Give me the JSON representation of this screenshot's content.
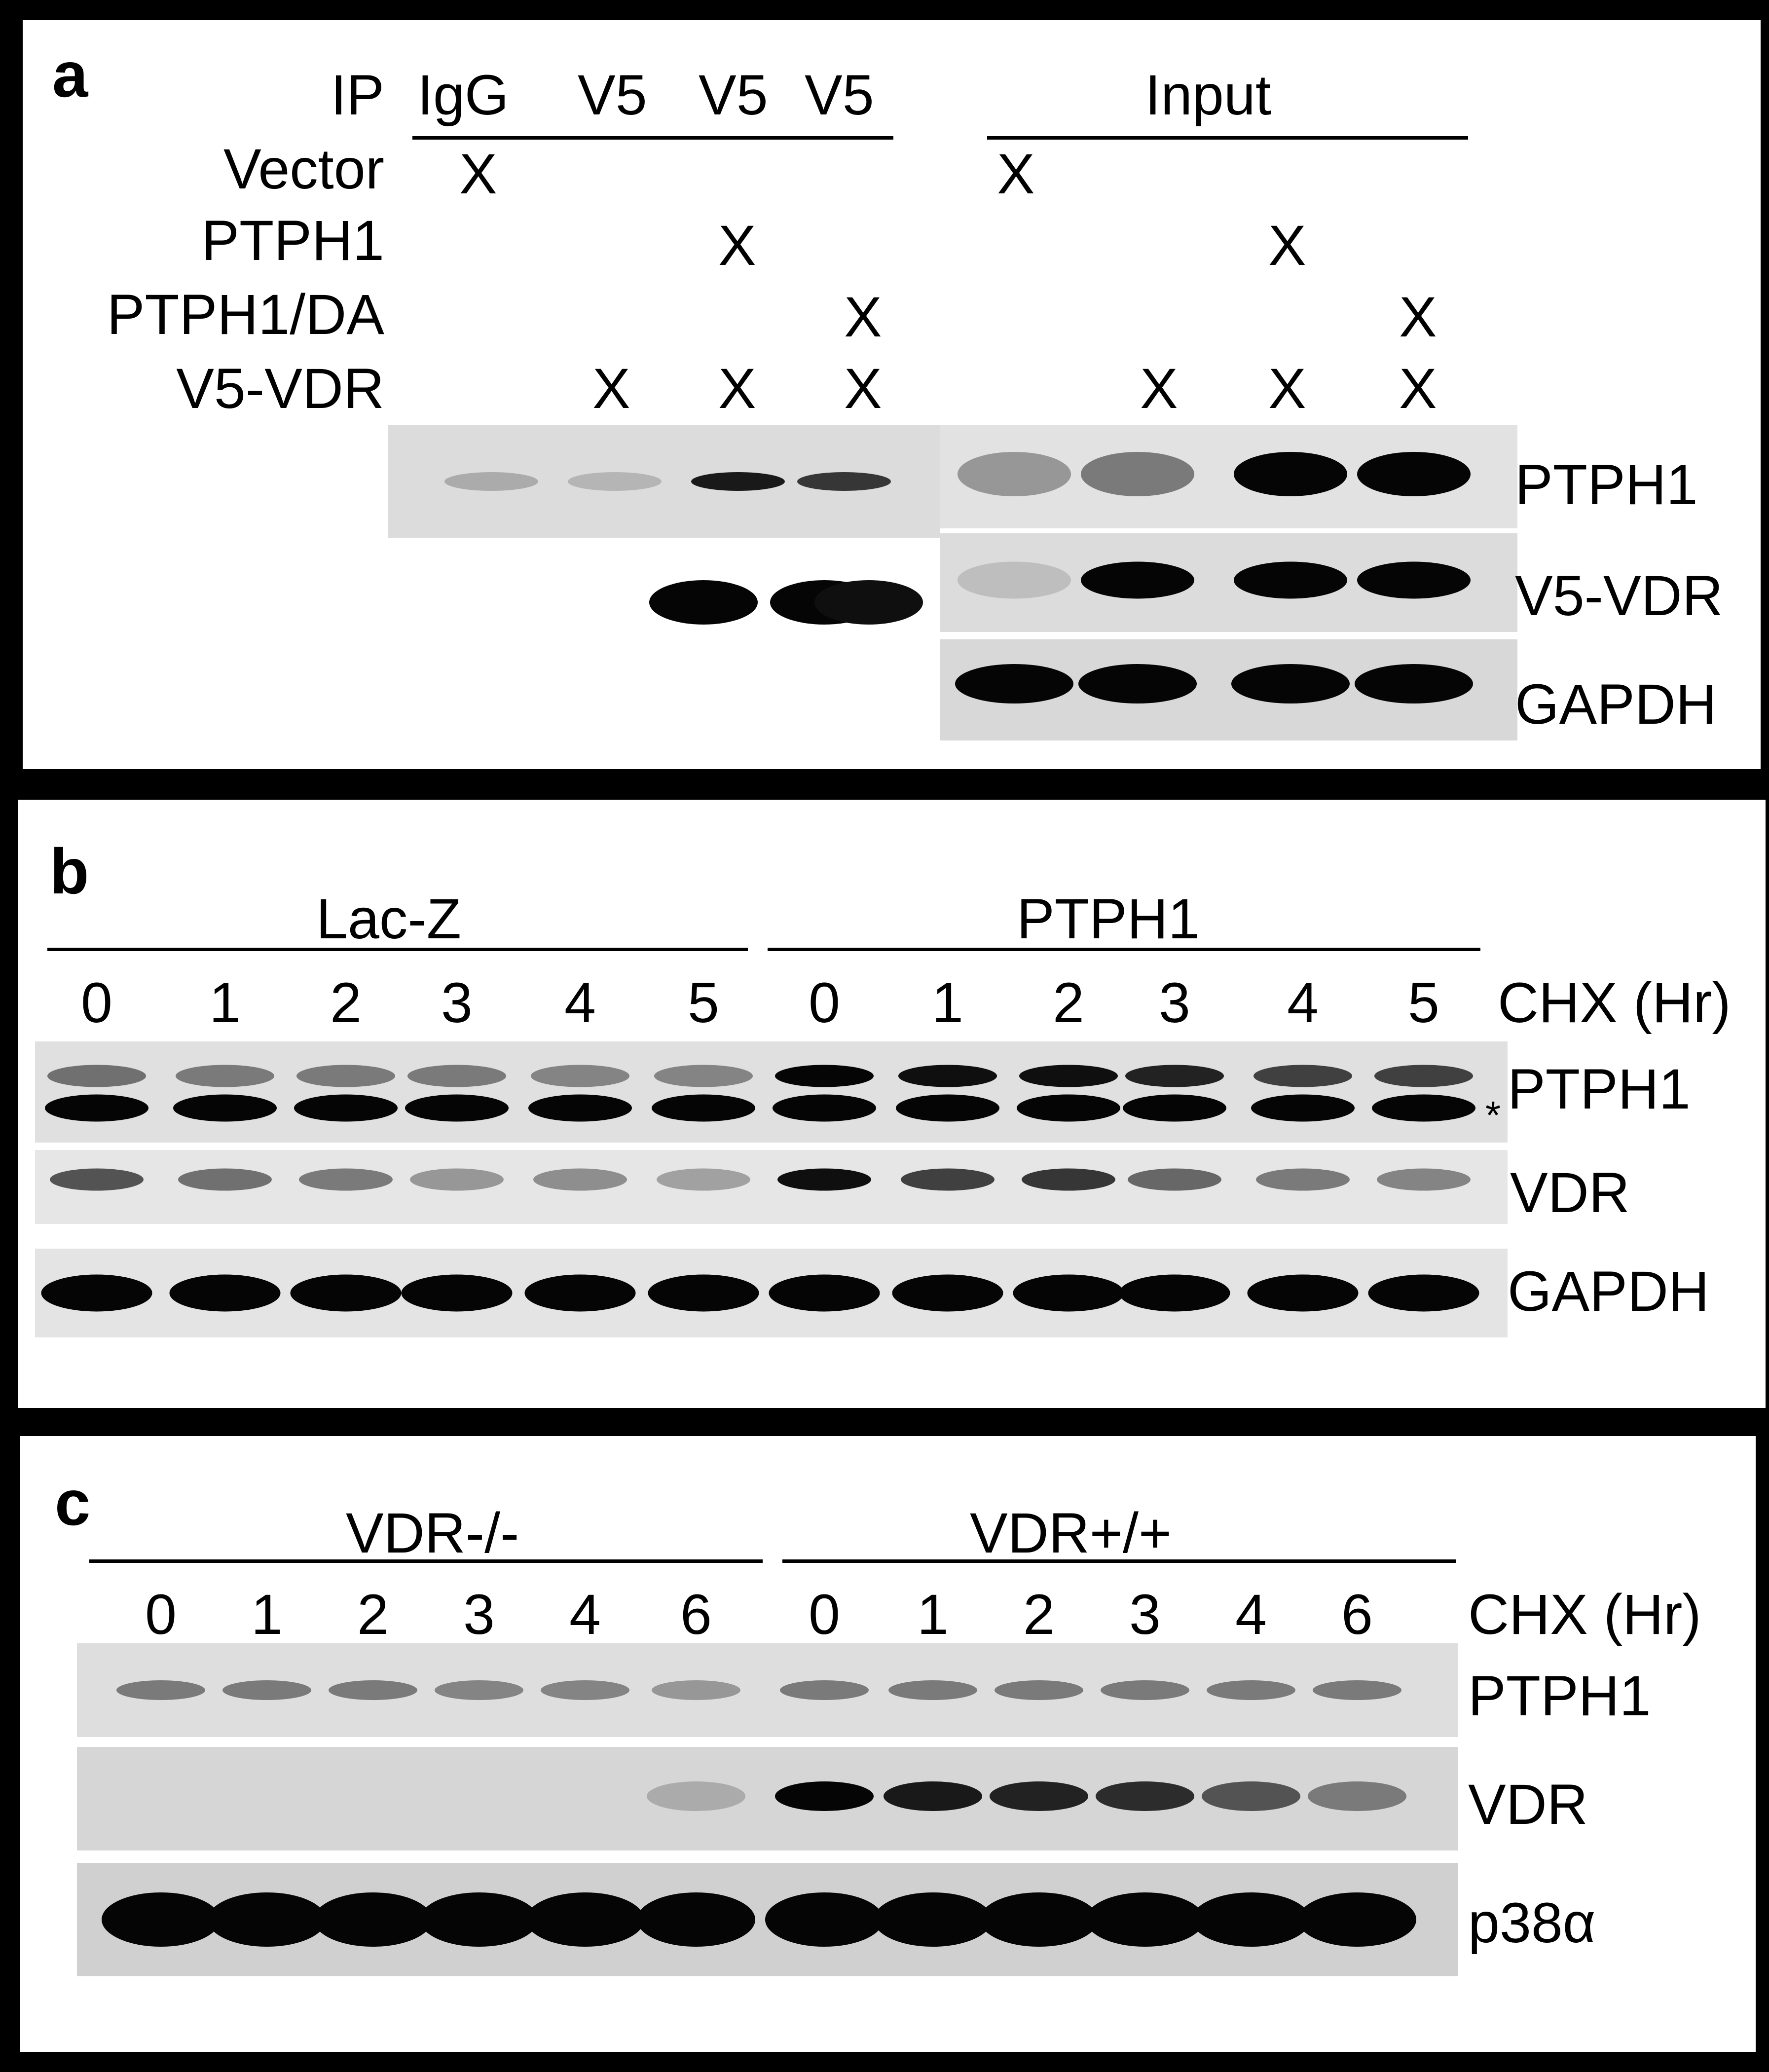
{
  "panel_a": {
    "letter": "a",
    "row_labels": [
      "IP",
      "Vector",
      "PTPH1",
      "PTPH1/DA",
      "V5-VDR"
    ],
    "ip_headers": [
      "IgG",
      "V5",
      "V5",
      "V5"
    ],
    "input_header": "Input",
    "mark": "X",
    "blot_labels": [
      "PTPH1",
      "V5-VDR",
      "GAPDH"
    ]
  },
  "panel_b": {
    "letter": "b",
    "groups": [
      "Lac-Z",
      "PTPH1"
    ],
    "timepoints": [
      "0",
      "1",
      "2",
      "3",
      "4",
      "5",
      "0",
      "1",
      "2",
      "3",
      "4",
      "5"
    ],
    "chx_label": "CHX (Hr)",
    "asterisk": "*",
    "blot_labels": [
      "PTPH1",
      "VDR",
      "GAPDH"
    ]
  },
  "panel_c": {
    "letter": "c",
    "groups": [
      "VDR-/-",
      "VDR+/+"
    ],
    "timepoints": [
      "0",
      "1",
      "2",
      "3",
      "4",
      "6",
      "0",
      "1",
      "2",
      "3",
      "4",
      "6"
    ],
    "chx_label": "CHX (Hr)",
    "blot_labels": [
      "PTPH1",
      "VDR",
      "p38α"
    ]
  },
  "band_intensity": {
    "a_ip_ptph1": [
      0.15,
      0.1,
      0.9,
      0.75
    ],
    "a_ip_v5vdr": [
      0,
      1,
      1,
      0.95
    ],
    "a_input_ptph1": [
      0.25,
      0.4,
      1,
      1
    ],
    "a_input_v5vdr": [
      0.05,
      1,
      1,
      1
    ],
    "a_input_gapdh": [
      1,
      1,
      1,
      1
    ],
    "b_vdr": [
      0.6,
      0.45,
      0.4,
      0.25,
      0.3,
      0.2,
      0.95,
      0.7,
      0.75,
      0.5,
      0.4,
      0.35
    ],
    "c_ptph1": [
      0.4,
      0.4,
      0.4,
      0.35,
      0.35,
      0.25,
      0.4,
      0.4,
      0.4,
      0.4,
      0.4,
      0.4
    ],
    "c_vdr": [
      0,
      0,
      0,
      0,
      0,
      0.15,
      1,
      0.9,
      0.85,
      0.8,
      0.6,
      0.4
    ]
  }
}
